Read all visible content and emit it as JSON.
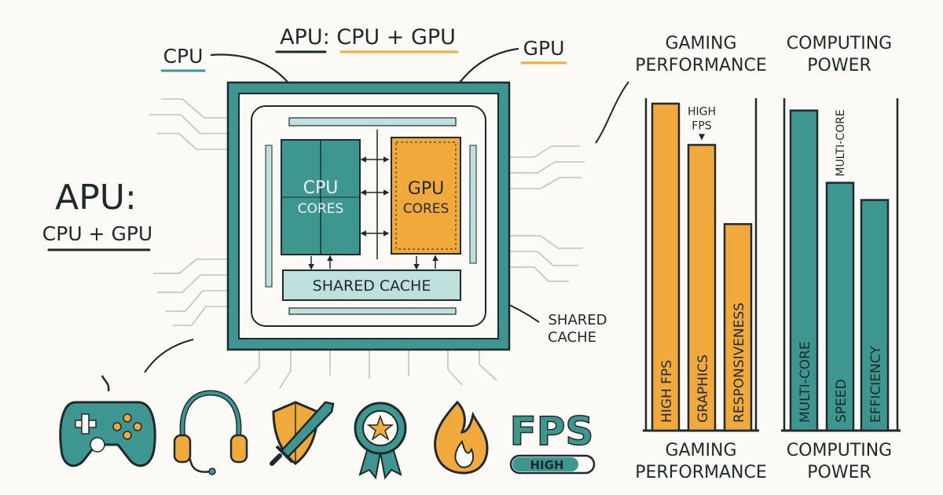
{
  "title": "APU: CPU + GPU",
  "left_title": {
    "line1": "APU:",
    "line2": "CPU + GPU"
  },
  "callouts": {
    "cpu": "CPU",
    "gpu": "GPU",
    "shared_cache": {
      "line1": "SHARED",
      "line2": "CACHE"
    }
  },
  "chip": {
    "cpu_cores": {
      "line1": "CPU",
      "line2": "CORES"
    },
    "gpu_cores": {
      "line1": "GPU",
      "line2": "CORES"
    },
    "shared_cache": "SHARED CACHE"
  },
  "icons": {
    "fps_text": "FPS",
    "fps_badge": "HIGH"
  },
  "colors": {
    "teal": "#3d9690",
    "orange": "#f1a93c",
    "ink": "#1f2a2a",
    "cache": "#bfe0dc"
  },
  "chart_data": [
    {
      "type": "bar",
      "title": "GAMING PERFORMANCE",
      "bottom_title": "GAMING PERFORMANCE",
      "categories": [
        "HIGH FPS",
        "GRAPHICS",
        "RESPONSIVENESS"
      ],
      "values": [
        95,
        83,
        60
      ],
      "ylim": [
        0,
        100
      ],
      "annotation": "HIGH FPS",
      "color": "#f1a93c"
    },
    {
      "type": "bar",
      "title": "COMPUTING POWER",
      "bottom_title": "COMPUTING POWER",
      "categories": [
        "MULTI-CORE",
        "SPEED",
        "EFFICIENCY"
      ],
      "values": [
        93,
        72,
        67
      ],
      "ylim": [
        0,
        100
      ],
      "annotation": "MULTI-CORE",
      "color": "#3d9690"
    }
  ]
}
